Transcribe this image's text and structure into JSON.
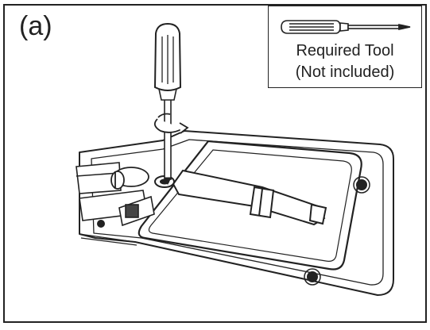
{
  "figure": {
    "panel_label": "(a)",
    "tool_box": {
      "line1": "Required Tool",
      "line2": "(Not included)",
      "icon": "screwdriver-icon"
    }
  }
}
